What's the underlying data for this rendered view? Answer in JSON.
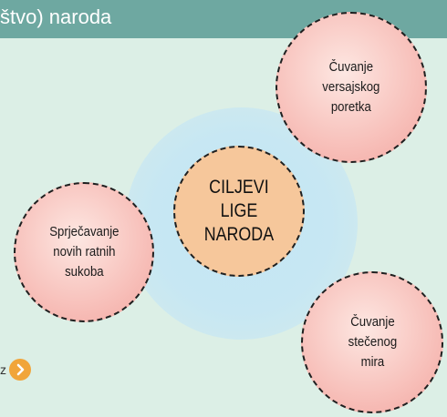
{
  "header": {
    "title": "štvo) naroda"
  },
  "diagram": {
    "center": {
      "lines": [
        "CILJEVI",
        "LIGE",
        "NARODA"
      ]
    },
    "nodes": {
      "top": {
        "lines": [
          "Čuvanje",
          "versajskog",
          "poretka"
        ]
      },
      "left": {
        "lines": [
          "Sprječavanje",
          "novih ratnih",
          "sukoba"
        ]
      },
      "bottom": {
        "lines": [
          "Čuvanje",
          "stečenog",
          "mira"
        ]
      }
    },
    "colors": {
      "center_fill": "#f6c79b",
      "node_fill": "#f6b7b1",
      "halo": "#c3e6f4",
      "header": "#6ea8a1",
      "background": "#dcefe6"
    }
  },
  "nav": {
    "text": "z",
    "icon": "chevron-right-icon"
  }
}
